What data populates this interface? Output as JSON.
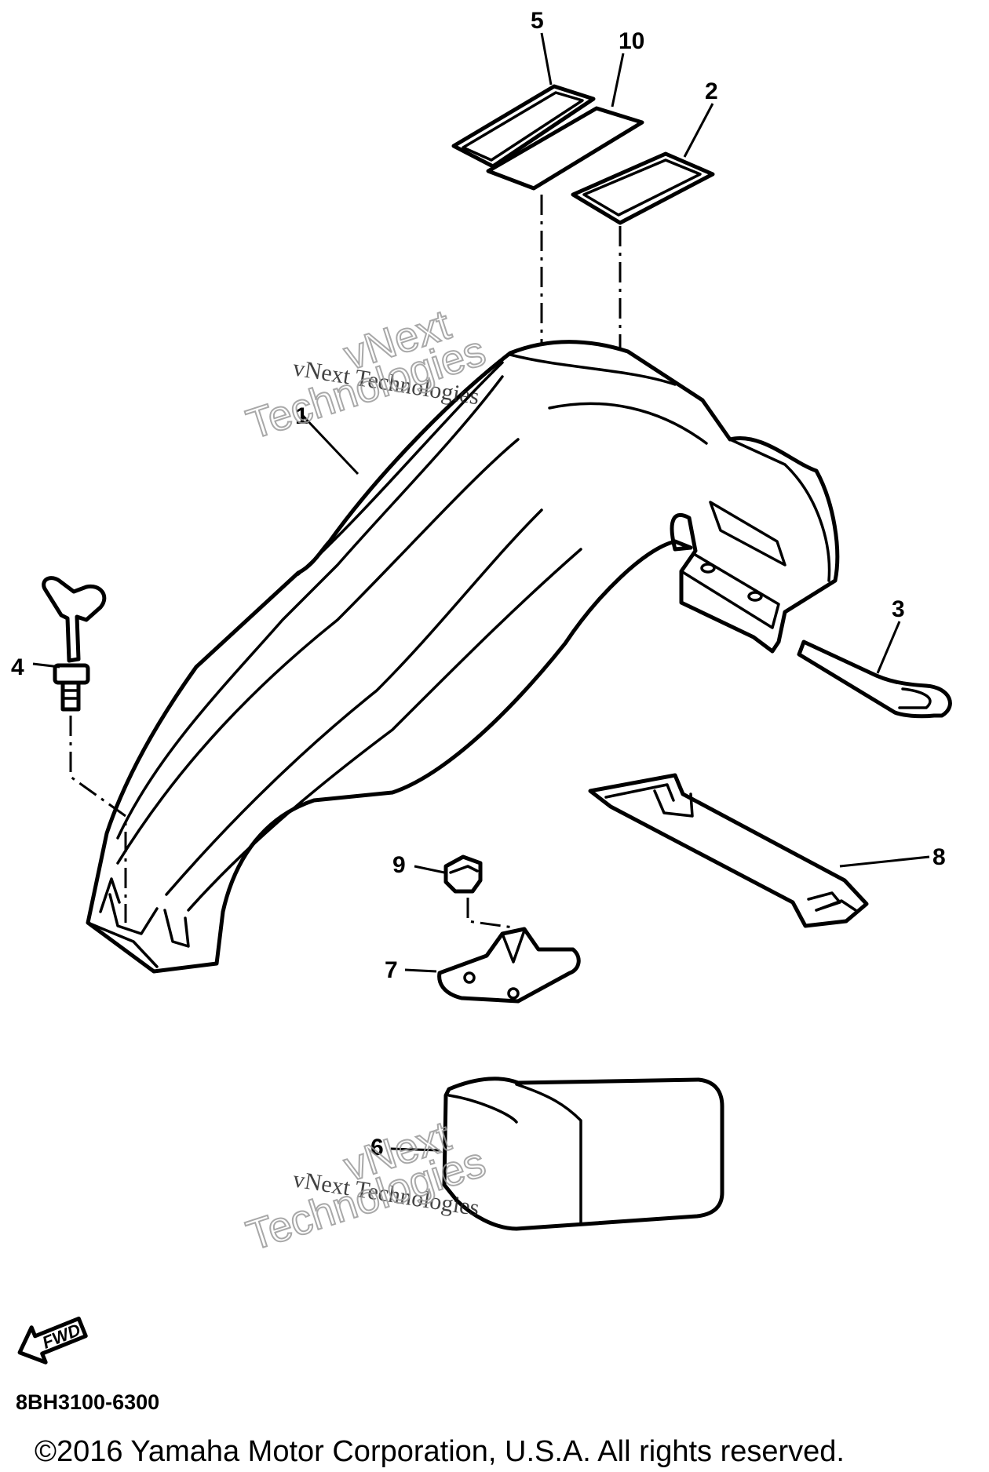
{
  "callouts": {
    "c1": "1",
    "c2": "2",
    "c3": "3",
    "c4": "4",
    "c5": "5",
    "c6": "6",
    "c7": "7",
    "c8": "8",
    "c9": "9",
    "c10": "10"
  },
  "watermark": {
    "small_text": "vNext Technologies",
    "big_line1": "vNext",
    "big_line2": "Technologies"
  },
  "fwd_label": "FWD",
  "diagram_code": "8BH3100-6300",
  "copyright": "©2016 Yamaha Motor Corporation, U.S.A. All rights reserved."
}
